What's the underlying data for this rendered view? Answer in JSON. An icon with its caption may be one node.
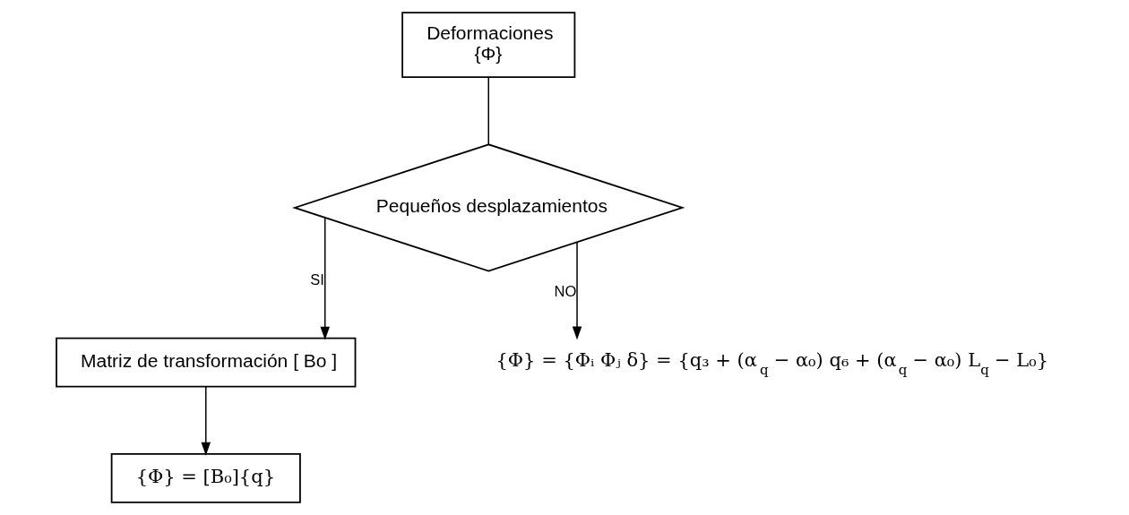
{
  "diagram": {
    "nodes": [
      {
        "text": [
          "Deformaciones",
          "{Φ}"
        ]
      },
      {
        "text": [
          "Pequeños desplazamientos"
        ]
      },
      {
        "text": [
          "Matriz de transformación [ Bo ]"
        ]
      },
      {
        "text": [
          "{Φ} = [B₀]{q}"
        ]
      },
      {
        "text": [
          "{Φ} = {Φᵢ Φⱼ δ} = {q₃ + (α$_{q}$ − α₀) q₆ + (α$_{q}$ − α₀) L$_{q}$ − L₀}"
        ]
      }
    ],
    "edges": [
      {
        "from": 0,
        "to": 1,
        "arrow": "none"
      },
      {
        "from": 1,
        "to": 2,
        "arrow": "to",
        "label": "SI"
      },
      {
        "from": 1,
        "to": 4,
        "arrow": "to",
        "label": "NO"
      },
      {
        "from": 2,
        "to": 3,
        "arrow": "to"
      }
    ]
  }
}
